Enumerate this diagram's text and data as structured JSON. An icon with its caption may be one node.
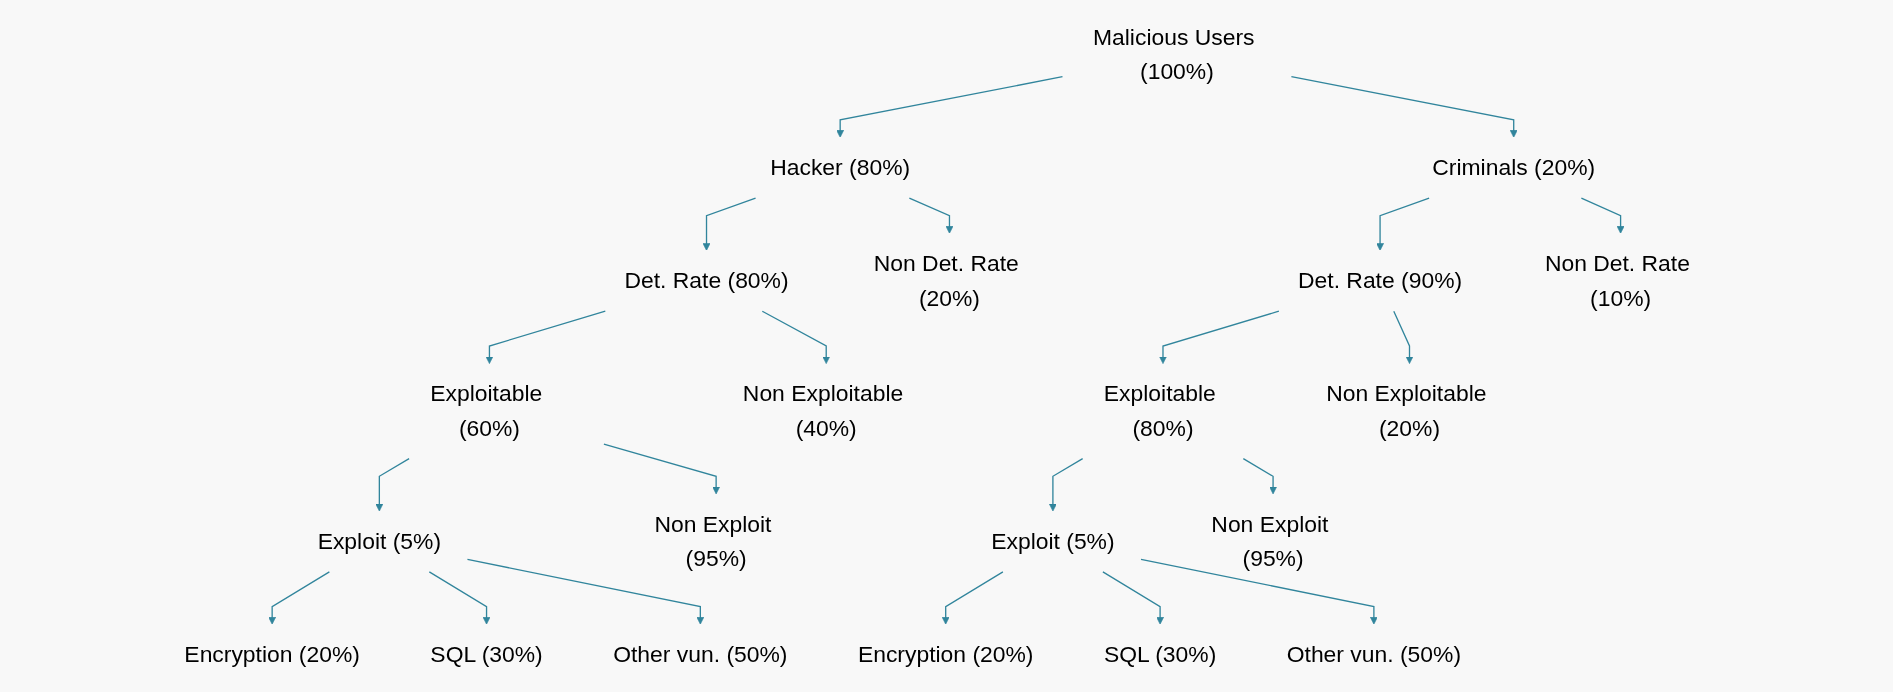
{
  "diagram": {
    "nodes": [
      {
        "text": [
          "Malicious Users (100%)"
        ]
      },
      {
        "text": [
          "Hacker (80%)"
        ]
      },
      {
        "text": [
          "Criminals (20%)"
        ]
      },
      {
        "text": [
          "Det. Rate (80%)"
        ]
      },
      {
        "text": [
          "Non Det. Rate (20%)"
        ]
      },
      {
        "text": [
          "Det. Rate (90%)"
        ]
      },
      {
        "text": [
          "Non Det. Rate (10%)"
        ]
      },
      {
        "text": [
          "Exploitable (60%)"
        ]
      },
      {
        "text": [
          "Non Exploitable (40%)"
        ]
      },
      {
        "text": [
          "Exploitable (80%)"
        ]
      },
      {
        "text": [
          "Non Exploitable (20%)"
        ]
      },
      {
        "text": [
          "Exploit (5%)"
        ]
      },
      {
        "text": [
          "Non Exploit (95%)"
        ]
      },
      {
        "text": [
          "Exploit (5%)"
        ]
      },
      {
        "text": [
          "Non Exploit (95%)"
        ]
      },
      {
        "text": [
          "Encryption (20%)"
        ]
      },
      {
        "text": [
          "SQL (30%)"
        ]
      },
      {
        "text": [
          "Other vun. (50%)"
        ]
      },
      {
        "text": [
          "Encryption (20%)"
        ]
      },
      {
        "text": [
          "SQL (30%)"
        ]
      },
      {
        "text": [
          "Other vun. (50%)"
        ]
      }
    ],
    "edges": [
      {
        "from": 0,
        "to": 1,
        "arrow": "to"
      },
      {
        "from": 0,
        "to": 2,
        "arrow": "to"
      },
      {
        "from": 1,
        "to": 3,
        "arrow": "to"
      },
      {
        "from": 1,
        "to": 4,
        "arrow": "to"
      },
      {
        "from": 2,
        "to": 5,
        "arrow": "to"
      },
      {
        "from": 2,
        "to": 6,
        "arrow": "to"
      },
      {
        "from": 3,
        "to": 7,
        "arrow": "to"
      },
      {
        "from": 3,
        "to": 8,
        "arrow": "to"
      },
      {
        "from": 5,
        "to": 9,
        "arrow": "to"
      },
      {
        "from": 5,
        "to": 10,
        "arrow": "to"
      },
      {
        "from": 7,
        "to": 11,
        "arrow": "to"
      },
      {
        "from": 7,
        "to": 12,
        "arrow": "to"
      },
      {
        "from": 9,
        "to": 13,
        "arrow": "to"
      },
      {
        "from": 9,
        "to": 14,
        "arrow": "to"
      },
      {
        "from": 11,
        "to": 15,
        "arrow": "to"
      },
      {
        "from": 11,
        "to": 16,
        "arrow": "to"
      },
      {
        "from": 11,
        "to": 17,
        "arrow": "to"
      },
      {
        "from": 13,
        "to": 18,
        "arrow": "to"
      },
      {
        "from": 13,
        "to": 19,
        "arrow": "to"
      },
      {
        "from": 13,
        "to": 20,
        "arrow": "to"
      }
    ]
  }
}
